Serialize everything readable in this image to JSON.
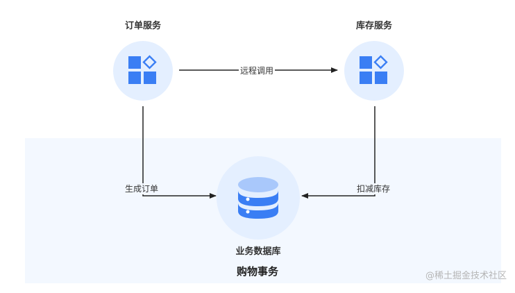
{
  "nodes": {
    "order_service": {
      "label": "订单服务",
      "icon": "app-grid-icon"
    },
    "inventory_service": {
      "label": "库存服务",
      "icon": "app-grid-icon"
    },
    "business_db": {
      "label": "业务数据库",
      "icon": "database-icon"
    }
  },
  "edges": {
    "remote_call": {
      "label": "远程调用"
    },
    "create_order": {
      "label": "生成订单"
    },
    "deduct_inventory": {
      "label": "扣减库存"
    }
  },
  "groups": {
    "shopping_transaction": {
      "label": "购物事务"
    }
  },
  "watermark": "@稀土掘金技术社区",
  "colors": {
    "icon_blue": "#3a7ef4",
    "icon_light": "#a9c8fb",
    "circle_bg": "#e4efff",
    "area_bg": "#f3f8ff",
    "line": "#222222"
  }
}
